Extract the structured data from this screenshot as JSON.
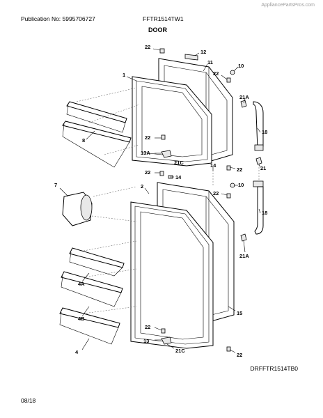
{
  "header": {
    "site": "AppliancePartsPros.com",
    "publication": "Publication No: 5995706727",
    "model": "FFTR1514TW1",
    "section": "DOOR"
  },
  "footer": {
    "drawing_id": "DRFFTR1514TB0",
    "date": "08/18"
  },
  "callouts": {
    "c22a": "22",
    "c12": "12",
    "c11": "11",
    "c1": "1",
    "c10a": "10",
    "c22b": "22",
    "c21Aa": "21A",
    "c18a": "18",
    "c8": "8",
    "c22c": "22",
    "c13A": "13A",
    "c21Ca": "21C",
    "c22d": "22",
    "c14a": "14",
    "c22e": "22",
    "c14b": "14",
    "c21": "21",
    "c7": "7",
    "c2": "2",
    "c10b": "10",
    "c22f": "22",
    "c18b": "18",
    "c21Ab": "21A",
    "c4A": "4A",
    "c4B": "4B",
    "c15": "15",
    "c4": "4",
    "c22g": "22",
    "c13": "13",
    "c21Cb": "21C",
    "c22h": "22"
  }
}
